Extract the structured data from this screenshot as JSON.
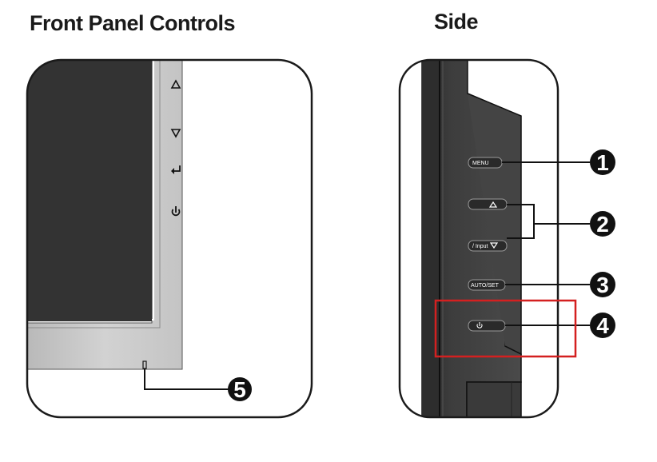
{
  "titles": {
    "front": "Front Panel Controls",
    "side": "Side"
  },
  "front_panel": {
    "bezel_icons": [
      "triangle-up-icon",
      "triangle-down-icon",
      "enter-arrow-icon",
      "power-icon"
    ],
    "callout": "5"
  },
  "side_panel": {
    "buttons": {
      "menu": "MENU",
      "up": "",
      "down": "/ Input",
      "auto_set": "AUTO/SET",
      "power": ""
    },
    "callouts": [
      "1",
      "2",
      "3",
      "4"
    ],
    "highlight_color": "#d42020"
  }
}
